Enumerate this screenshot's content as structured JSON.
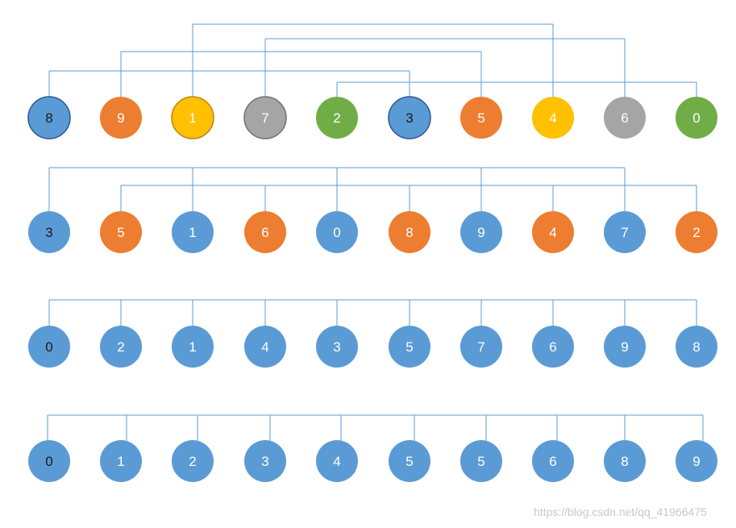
{
  "colors": {
    "blue": "#5b9bd5",
    "orange": "#ed7d31",
    "yellow": "#ffc000",
    "gray": "#a5a5a5",
    "green": "#70ad47",
    "line": "#5b9bd5",
    "dark_label": "#1a1a1a",
    "light_label": "#ffffff"
  },
  "rows": [
    {
      "nodes": [
        {
          "label": "8",
          "color": "blue",
          "outlined": true,
          "label_tone": "dark"
        },
        {
          "label": "9",
          "color": "orange",
          "outlined": false,
          "label_tone": "light"
        },
        {
          "label": "1",
          "color": "yellow",
          "outlined": true,
          "label_tone": "light"
        },
        {
          "label": "7",
          "color": "gray",
          "outlined": true,
          "label_tone": "light"
        },
        {
          "label": "2",
          "color": "green",
          "outlined": false,
          "label_tone": "light"
        },
        {
          "label": "3",
          "color": "blue",
          "outlined": true,
          "label_tone": "dark"
        },
        {
          "label": "5",
          "color": "orange",
          "outlined": false,
          "label_tone": "light"
        },
        {
          "label": "4",
          "color": "yellow",
          "outlined": false,
          "label_tone": "light"
        },
        {
          "label": "6",
          "color": "gray",
          "outlined": false,
          "label_tone": "light"
        },
        {
          "label": "0",
          "color": "green",
          "outlined": false,
          "label_tone": "light"
        }
      ],
      "groups": [
        {
          "members": [
            0,
            5
          ]
        },
        {
          "members": [
            1,
            6
          ]
        },
        {
          "members": [
            2,
            7
          ]
        },
        {
          "members": [
            3,
            8
          ]
        },
        {
          "members": [
            4,
            9
          ]
        }
      ]
    },
    {
      "nodes": [
        {
          "label": "3",
          "color": "blue",
          "outlined": false,
          "label_tone": "dark"
        },
        {
          "label": "5",
          "color": "orange",
          "outlined": false,
          "label_tone": "light"
        },
        {
          "label": "1",
          "color": "blue",
          "outlined": false,
          "label_tone": "light"
        },
        {
          "label": "6",
          "color": "orange",
          "outlined": false,
          "label_tone": "light"
        },
        {
          "label": "0",
          "color": "blue",
          "outlined": false,
          "label_tone": "light"
        },
        {
          "label": "8",
          "color": "orange",
          "outlined": false,
          "label_tone": "light"
        },
        {
          "label": "9",
          "color": "blue",
          "outlined": false,
          "label_tone": "light"
        },
        {
          "label": "4",
          "color": "orange",
          "outlined": false,
          "label_tone": "light"
        },
        {
          "label": "7",
          "color": "blue",
          "outlined": false,
          "label_tone": "light"
        },
        {
          "label": "2",
          "color": "orange",
          "outlined": false,
          "label_tone": "light"
        }
      ],
      "groups": [
        {
          "members": [
            0,
            2,
            4,
            6,
            8
          ]
        },
        {
          "members": [
            1,
            3,
            5,
            7,
            9
          ]
        }
      ]
    },
    {
      "nodes": [
        {
          "label": "0",
          "color": "blue",
          "outlined": false,
          "label_tone": "dark"
        },
        {
          "label": "2",
          "color": "blue",
          "outlined": false,
          "label_tone": "light"
        },
        {
          "label": "1",
          "color": "blue",
          "outlined": false,
          "label_tone": "light"
        },
        {
          "label": "4",
          "color": "blue",
          "outlined": false,
          "label_tone": "light"
        },
        {
          "label": "3",
          "color": "blue",
          "outlined": false,
          "label_tone": "light"
        },
        {
          "label": "5",
          "color": "blue",
          "outlined": false,
          "label_tone": "light"
        },
        {
          "label": "7",
          "color": "blue",
          "outlined": false,
          "label_tone": "light"
        },
        {
          "label": "6",
          "color": "blue",
          "outlined": false,
          "label_tone": "light"
        },
        {
          "label": "9",
          "color": "blue",
          "outlined": false,
          "label_tone": "light"
        },
        {
          "label": "8",
          "color": "blue",
          "outlined": false,
          "label_tone": "light"
        }
      ],
      "groups": [
        {
          "members": [
            0,
            1,
            2,
            3,
            4,
            5,
            6,
            7,
            8,
            9
          ]
        }
      ]
    },
    {
      "nodes": [
        {
          "label": "0",
          "color": "blue",
          "outlined": false,
          "label_tone": "dark"
        },
        {
          "label": "1",
          "color": "blue",
          "outlined": false,
          "label_tone": "light"
        },
        {
          "label": "2",
          "color": "blue",
          "outlined": false,
          "label_tone": "light"
        },
        {
          "label": "3",
          "color": "blue",
          "outlined": false,
          "label_tone": "light"
        },
        {
          "label": "4",
          "color": "blue",
          "outlined": false,
          "label_tone": "light"
        },
        {
          "label": "5",
          "color": "blue",
          "outlined": false,
          "label_tone": "light"
        },
        {
          "label": "5",
          "color": "blue",
          "outlined": false,
          "label_tone": "light"
        },
        {
          "label": "6",
          "color": "blue",
          "outlined": false,
          "label_tone": "light"
        },
        {
          "label": "8",
          "color": "blue",
          "outlined": false,
          "label_tone": "light"
        },
        {
          "label": "9",
          "color": "blue",
          "outlined": false,
          "label_tone": "light"
        }
      ],
      "groups": [
        {
          "members": [
            0,
            1,
            2,
            3,
            4,
            5,
            6,
            7,
            8,
            9
          ]
        }
      ]
    }
  ],
  "watermark": "https://blog.csdn.net/qq_41966475"
}
